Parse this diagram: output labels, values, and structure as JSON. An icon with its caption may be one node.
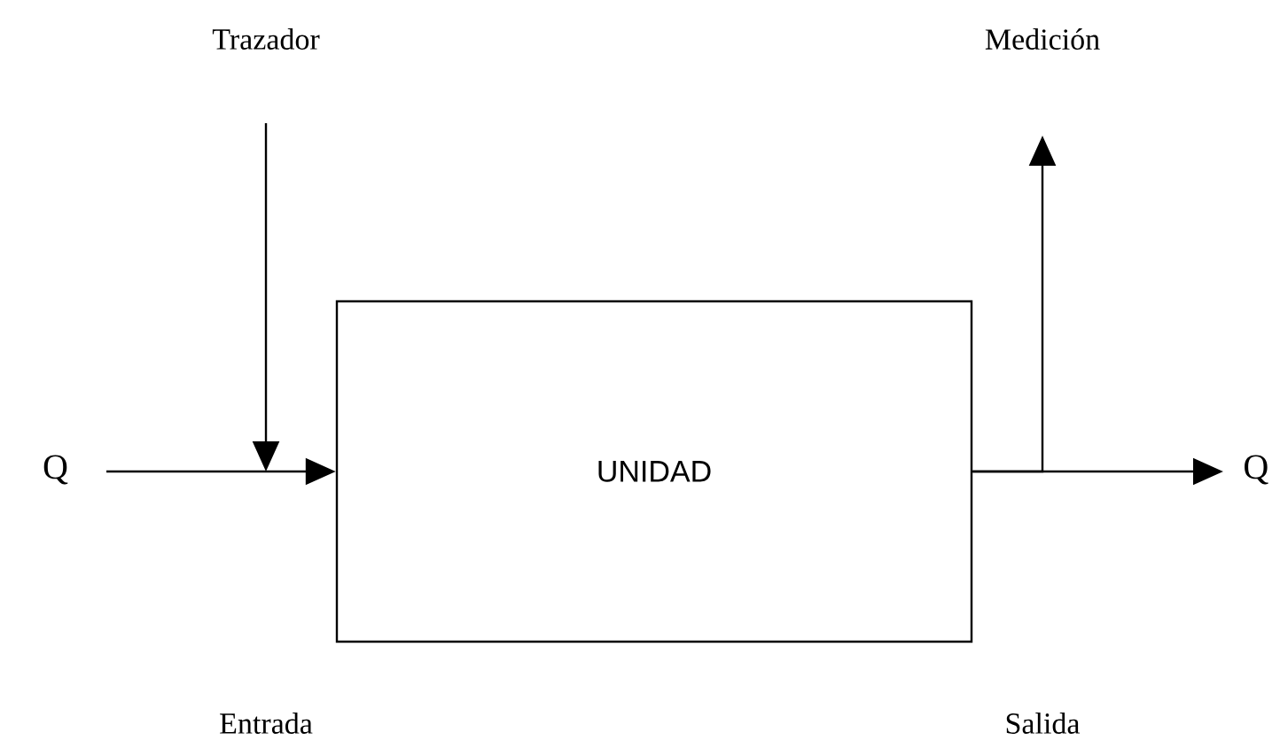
{
  "diagram": {
    "nodes": [
      {
        "text": [
          "Q"
        ]
      },
      {
        "text": [
          "Trazador"
        ]
      },
      {
        "text": [
          "UNIDAD"
        ]
      },
      {
        "text": [
          "Medición"
        ]
      },
      {
        "text": [
          "Q"
        ]
      }
    ],
    "edges": [
      {
        "from": 0,
        "to": 2,
        "arrow": "to"
      },
      {
        "from": 1,
        "to": 2,
        "arrow": "to"
      },
      {
        "from": 2,
        "to": 3,
        "arrow": "to"
      },
      {
        "from": 2,
        "to": 4,
        "arrow": "to"
      }
    ],
    "labels": [
      "Entrada",
      "Salida"
    ]
  }
}
